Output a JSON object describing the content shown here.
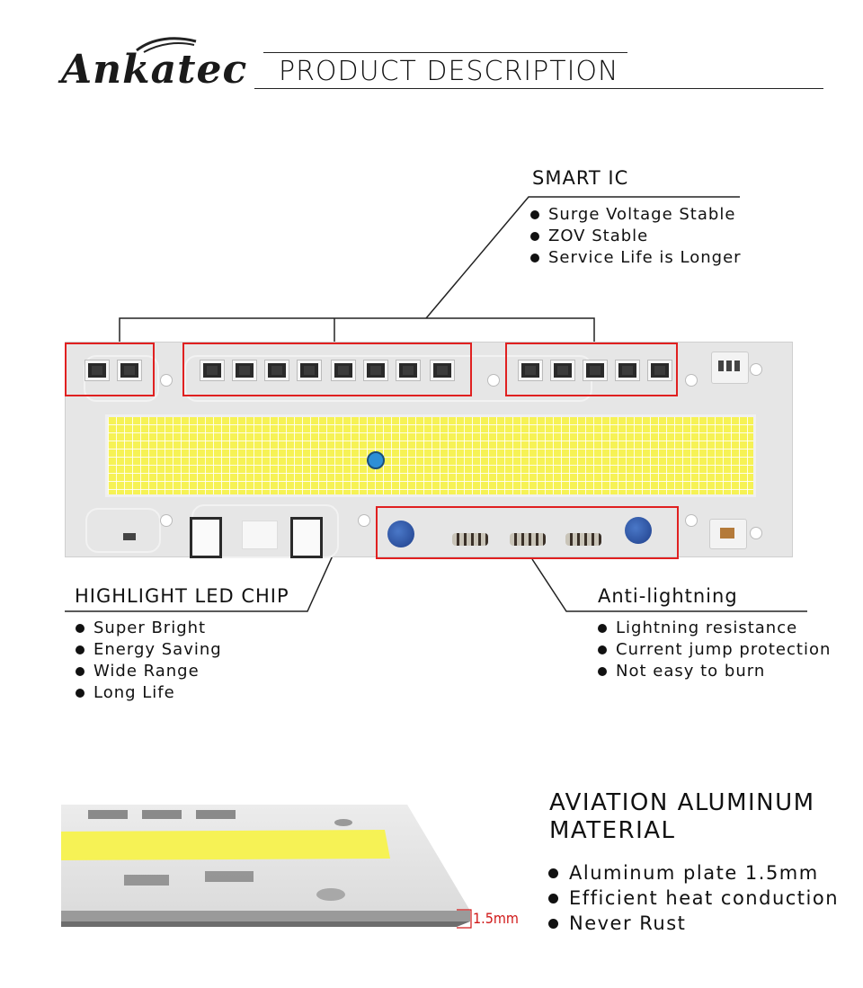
{
  "brand": {
    "logo": "Ankatec"
  },
  "header": {
    "title": "PRODUCT DESCRIPTION"
  },
  "smart_ic": {
    "title": "SMART IC",
    "items": [
      "Surge Voltage Stable",
      "ZOV Stable",
      "Service Life is Longer"
    ]
  },
  "led_chip": {
    "title": "HIGHLIGHT LED CHIP",
    "items": [
      "Super Bright",
      "Energy Saving",
      "Wide Range",
      "Long Life"
    ]
  },
  "anti_lightning": {
    "title": "Anti-lightning",
    "items": [
      "Lightning resistance",
      "Current jump protection",
      "Not easy to burn"
    ]
  },
  "aluminum": {
    "title_line1": "AVIATION ALUMINUM",
    "title_line2": "MATERIAL",
    "items": [
      "Aluminum plate 1.5mm",
      "Efficient heat conduction",
      "Never Rust"
    ],
    "thickness_label": "1.5mm"
  },
  "colors": {
    "highlight_box": "#e02020",
    "led_yellow": "#f6f255",
    "marker_blue": "#2e8fd6"
  }
}
